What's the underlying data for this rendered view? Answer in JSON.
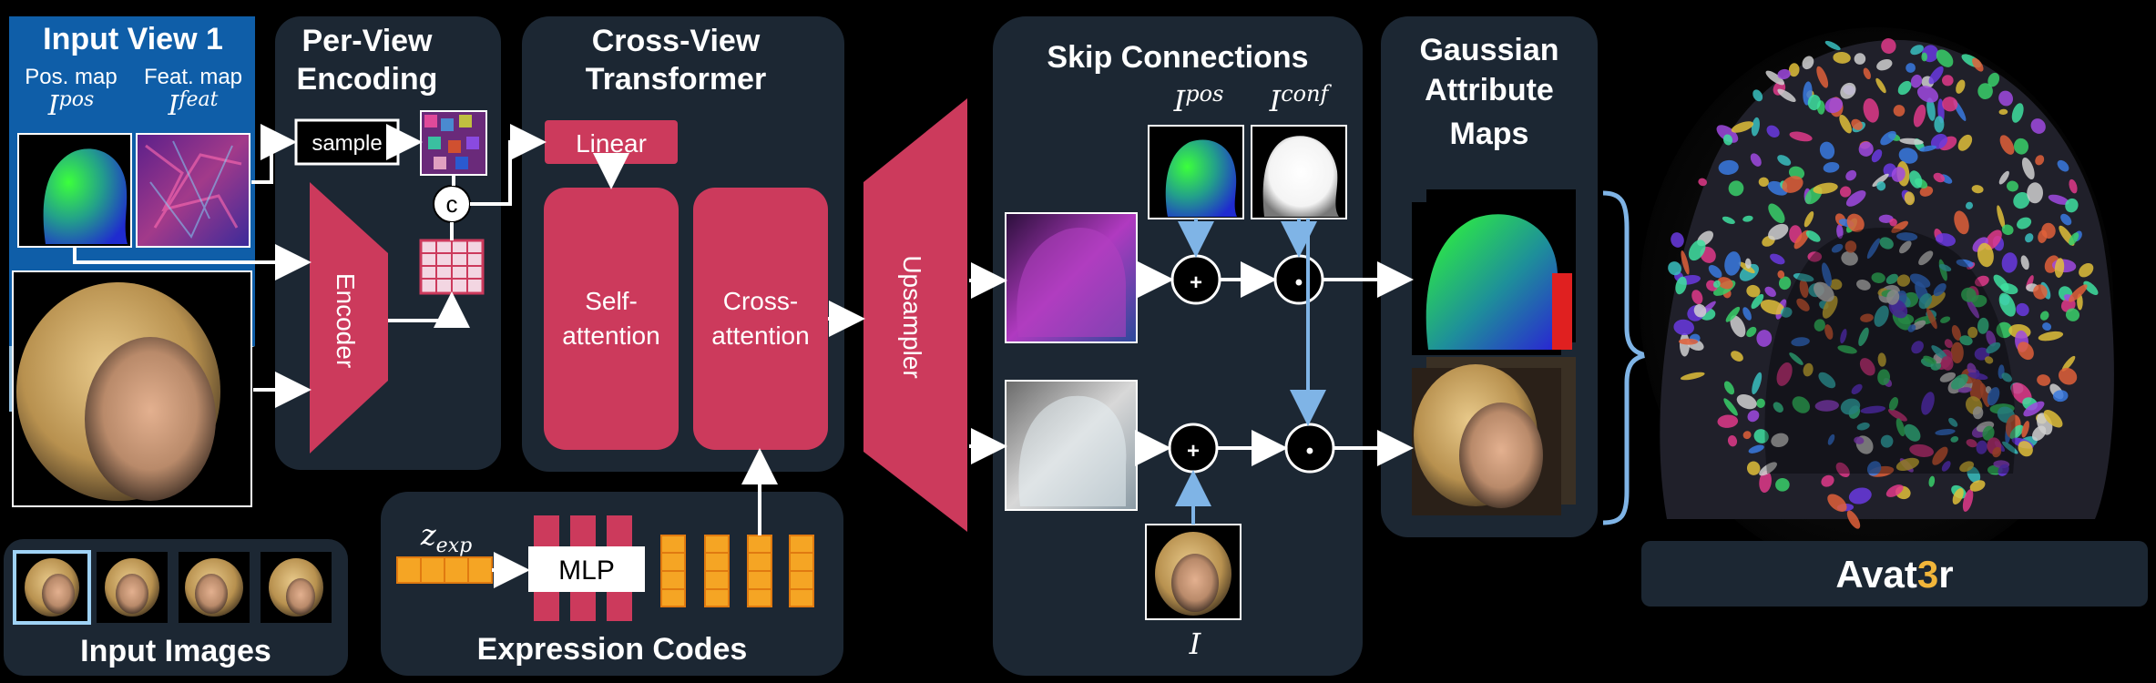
{
  "input_view": {
    "title": "Input View 1",
    "pos_label": "Pos. map",
    "feat_label": "Feat. map",
    "pos_symbol": "I",
    "pos_sup": "pos",
    "feat_symbol": "I",
    "feat_sup": "feat"
  },
  "input_images": {
    "title": "Input Images",
    "thumbnail_count": 4
  },
  "per_view": {
    "title_line1": "Per-View",
    "title_line2": "Encoding",
    "sample_label": "sample",
    "encoder_label": "Encoder",
    "concat_label": "c"
  },
  "cross_view": {
    "title_line1": "Cross-View",
    "title_line2": "Transformer",
    "linear_label": "Linear",
    "self_line1": "Self-",
    "self_line2": "attention",
    "cross_line1": "Cross-",
    "cross_line2": "attention"
  },
  "upsampler": {
    "label": "Upsampler"
  },
  "expression": {
    "title": "Expression Codes",
    "z_symbol": "z",
    "z_sub": "exp",
    "mlp_label": "MLP"
  },
  "skip": {
    "title": "Skip Connections",
    "pos_symbol": "I",
    "pos_sup": "pos",
    "conf_symbol": "I",
    "conf_sup": "conf",
    "input_symbol": "I",
    "plus": "+",
    "dot": "•"
  },
  "gaussian": {
    "title_line1": "Gaussian",
    "title_line2": "Attribute",
    "title_line3": "Maps"
  },
  "output": {
    "name_prefix": "Avat",
    "name_accent": "3",
    "name_suffix": "r"
  },
  "colors": {
    "panel": "#1c2733",
    "accent_red": "#cc3a5c",
    "input_blue": "#0f5ea8",
    "code_orange": "#f5a524",
    "arrow_blue": "#7fb4e6",
    "logo_accent": "#f2b63a"
  }
}
